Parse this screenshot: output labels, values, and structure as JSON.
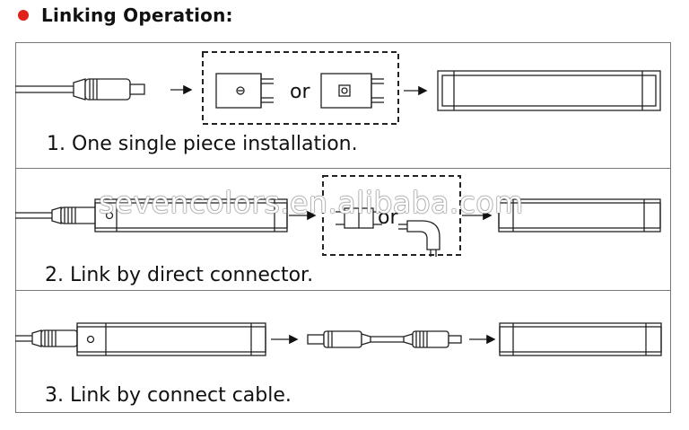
{
  "heading": {
    "title": "Linking Operation:",
    "bullet_color": "#e0201b"
  },
  "steps": [
    {
      "caption": "1. One single piece installation.",
      "or_label": "or"
    },
    {
      "caption": "2. Link by direct connector.",
      "or_label": "or"
    },
    {
      "caption": "3. Link by connect cable."
    }
  ],
  "watermark": "sevencolors.en.alibaba.com"
}
